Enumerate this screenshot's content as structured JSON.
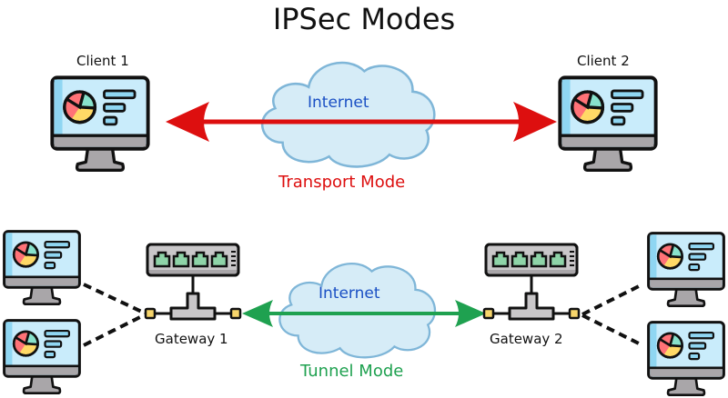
{
  "title": "IPSec Modes",
  "transport": {
    "left_label": "Client 1",
    "right_label": "Client 2",
    "network_label": "Internet",
    "mode_label": "Transport Mode",
    "arrow_color": "#dd0f0f"
  },
  "tunnel": {
    "left_gateway_label": "Gateway 1",
    "right_gateway_label": "Gateway 2",
    "network_label": "Internet",
    "mode_label": "Tunnel Mode",
    "arrow_color": "#1fa150"
  },
  "colors": {
    "cloud_fill": "#d6ecf7",
    "cloud_stroke": "#7fb6d8",
    "screen_fill": "#c9ecfb",
    "screen_edge": "#8fd6f2",
    "monitor_base": "#a9a6a9",
    "pie_red": "#ff7277",
    "pie_teal": "#88e2cc",
    "pie_yellow": "#ffd966",
    "port_green": "#8ed4a8",
    "switch_body": "#c9c7c9",
    "connector": "#f7d56b"
  }
}
